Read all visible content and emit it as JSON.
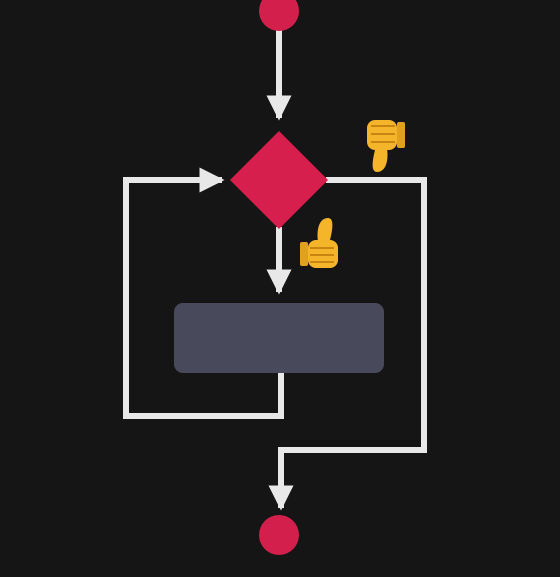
{
  "diagram": {
    "type": "flowchart-while-loop",
    "nodes": [
      {
        "id": "start",
        "shape": "circle",
        "label": ""
      },
      {
        "id": "condition",
        "shape": "diamond",
        "label": ""
      },
      {
        "id": "body",
        "shape": "rounded-rectangle",
        "label": ""
      },
      {
        "id": "end",
        "shape": "circle",
        "label": ""
      }
    ],
    "edges": [
      {
        "from": "start",
        "to": "condition",
        "label": ""
      },
      {
        "from": "condition",
        "to": "body",
        "label": "true"
      },
      {
        "from": "body",
        "to": "condition",
        "label": "loop back"
      },
      {
        "from": "condition",
        "to": "end",
        "label": "false"
      }
    ],
    "branch_icons": {
      "true": "thumbs-up-icon",
      "false": "thumbs-down-icon"
    }
  },
  "colors": {
    "background": "#151515",
    "terminal": "#d21f4c",
    "decision": "#d71f4e",
    "process": "#484a5c",
    "connector": "#e8e8e8",
    "thumb_fill": "#f5b52a",
    "thumb_shade": "#c98512"
  }
}
